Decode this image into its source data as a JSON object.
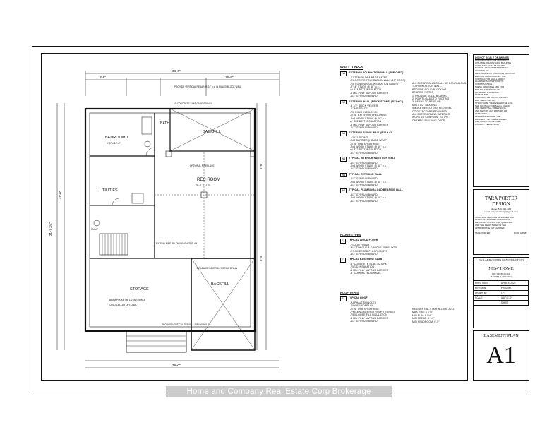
{
  "plan": {
    "dims": [
      "38'-0\"",
      "9'-8\"",
      "18'-9\"",
      "38'-0\"",
      "31'-7 3/4\"",
      "49'-0\"",
      "5'-6\"",
      "8'-4\""
    ],
    "rooms": {
      "bath": "BATH",
      "bedroom": "BEDROOM 1",
      "bedroom_size": "9'-0\" x 12'-0\"",
      "rec_room": "REC ROOM",
      "rec_room_size": "25'-0\" x 17'-0\"",
      "utilities": "UTILITIES",
      "backfill_top": "BACKFILL",
      "backfill_bottom": "BACKFILL",
      "storage": "STORAGE",
      "sump": "SUMP"
    },
    "notes": [
      "PROVIDE VERTICAL REBAR @ 24\" o.c. IN FILLED BLOCK WALL",
      "4\" CONCRETE SLAB ON 6\" GRAVEL",
      "OPTIONAL FIREPLACE",
      "EXTEND PIPE BELOW FINISHED SLAB",
      "DRAINAGE LAYER & FOOTING DRAIN",
      "BEAM POCKET w/ 1/2\" AIR SPACE",
      "COLD CELLAR OPTIONAL",
      "PROVIDE VERTICAL REBAR & 25M DOWELS"
    ]
  },
  "wall_types": {
    "title": "WALL TYPES",
    "items": [
      {
        "tag": "W1",
        "lines": [
          "EXTERIOR FOUNDATION WALL (PRE CAST)",
          "-EXTERIOR DRAINAGE LAYER",
          "-CONCRETE FOUNDATION WALL (10\" CONC)",
          "-R5 CONTINUOUS INSULATION BOARD",
          "-2\"x4\" STUDS @ 16\" o.c.",
          "w/ R14 BATT INSULATION",
          "-6 MIL POLY VAPOUR BARRIER",
          "-1/2\" GYPSUM BOARD"
        ]
      },
      {
        "tag": "W2",
        "lines": [
          "EXTERIOR WALL (BRICK/STONE) (R22 + CI)",
          "-3 1/2\" BRICK VENEER",
          "-1\" AIR SPACE",
          "-R5 RIGID INSULATION",
          "-7/16\" EXTERIOR SHEATHING",
          "-2x6 WOOD STUDS @ 16\" o.c.",
          "w/ R22 BATT INSULATION",
          "-6 MIL POLY VAPOUR BARRIER",
          "-1/2\" GYPSUM BOARD"
        ]
      },
      {
        "tag": "W3",
        "lines": [
          "EXTERIOR SIDING WALL (R22 + CI)",
          "-VINYL SIDING",
          "-AIR BARRIER (HOUSE WRAP)",
          "-7/16\" OSB SHEATHING",
          "-2x6 WOOD STUDS @ 16\" o.c.",
          "w/ R22 BATT INSULATION",
          "-1/2\" GYPSUM BOARD"
        ]
      },
      {
        "tag": "W4",
        "lines": [
          "TYPICAL INTERIOR PARTITION WALL",
          "-1/2\" GYPSUM BOARD",
          "-2x4 WOOD STUDS @ 16\" o.c.",
          "-1/2\" GYPSUM BOARD"
        ]
      },
      {
        "tag": "W5",
        "lines": [
          "TYPICAL EXTERIOR WALL",
          "-1/2\" GYPSUM BOARD",
          "-2x6 WOOD STUDS @ 16\" o.c.",
          "-1/2\" GYPSUM BOARD"
        ]
      },
      {
        "tag": "W6",
        "lines": [
          "TYPICAL PLUMBING/LOAD BEARING WALL",
          "-1/2\" GYPSUM BOARD",
          "-2x6 WOOD STUDS @ 16\" o.c.",
          "-1/2\" GYPSUM BOARD"
        ]
      }
    ]
  },
  "floor_types": {
    "title": "FLOOR TYPES",
    "items": [
      {
        "tag": "F1",
        "lines": [
          "TYPICAL WOOD FLOOR",
          "-FLOOR FINISH",
          "-3/4\" TONGUE & GROOVE SUBFLOOR",
          "-ENGINEERED FLOOR JOISTS",
          "-1/2\" GYPSUM BOARD"
        ]
      },
      {
        "tag": "F2",
        "lines": [
          "TYPICAL BASEMENT SLAB",
          "-4\" CONCRETE SLAB (32 MPa)",
          "-RIGID INSULATION",
          "-6 MIL POLY VAPOUR BARRIER",
          "-6\" COMPACTED GRAVEL"
        ]
      }
    ]
  },
  "roof_types": {
    "title": "ROOF TYPES",
    "items": [
      {
        "tag": "R1",
        "lines": [
          "TYPICAL ROOF",
          "-ASPHALT SHINGLES",
          "-ROOF UNDERLAY",
          "-7/16\" OSB SHEATHING",
          "-PRE-ENGINEERED ROOF TRUSSES",
          "-R50 LOOSE FILL INSULATION",
          "-6 MIL POLY VAPOUR BARRIER",
          "-1/2\" GYPSUM BOARD"
        ]
      }
    ]
  },
  "general_notes": {
    "title": "GENERAL NOTES",
    "lines": [
      "ALL SHEARWALLS SHALL BE CONTINUOUS",
      "TO FOUNDATION WALL. ",
      "PROVIDE SOLID BLOCKING",
      "BEARING NOTES",
      "1. PROVIDE SOLID BEARING",
      "2. POINT LOADS TO FOOTING",
      "3. BEAMS TO BEAR ON",
      "MIN 3 1/2\" BEARING",
      "SMOKE DETECTORS REQUIRED",
      "CO DETECTORS REQUIRED",
      "ALL EXTERIOR AND INTERIOR",
      "WORK TO CONFORM TO THE",
      "ONTARIO BUILDING CODE"
    ],
    "residential_note": [
      "RESIDENTIAL STAIR NOTES: 2012",
      "MAX RISE: 7 7/8\"",
      "MIN RUN: 8 1/4\"",
      "MIN TREAD: 9 1/4\"",
      "MIN HEADROOM: 6'-5\""
    ]
  },
  "sidebar": {
    "general": {
      "title": "DO NOT SCALE DRAWINGS",
      "lines": [
        "ALL CONSTRUCTION TO COMPLY",
        "WITH THE 2012 ONTARIO BUILDING",
        "CODE AND LOCAL MUNICIPAL",
        "BYLAWS. TARA PORTER DESIGN",
        "ACCEPTS NO",
        "RESPONSIBILITY FOR CONSTRUCTION",
        "ERRORS OR OMISSIONS. THE",
        "CONTRACTOR SHALL VERIFY",
        "ALL DIMENSIONS PRIOR TO",
        "CONSTRUCTION.",
        "THESE DRAWINGS ARE FOR",
        "THE SOLE PURPOSE OF",
        "OBTAINING A BUILDING",
        "PERMIT. THE",
        "CONTRACTOR IS RESPONSIBLE",
        "FOR VERIFYING ALL",
        "STRUCTURE, TRADES AND THE LIKE.",
        "THE CONTRACTOR SHALL CHECK",
        "AND VERIFY ALL DIMENSIONS",
        "AND REPORT ANY ERRORS OR",
        "OMISSIONS.",
        "ALL DRAWINGS ARE THE",
        "PROPERTY OF THE DESIGNER",
        "AND MUST NOT BE USED",
        "WITHOUT PERMISSION."
      ]
    },
    "designer": {
      "name1": "TARA PORTER",
      "name2": "DESIGN",
      "contact": [
        "phone: 519-949-1105",
        "email: taraporterdesign@gmail.com"
      ],
      "statement": [
        "I TARA PORTER HAVE REVIEWED AND",
        "TAKEN RESPONSIBILITY FOR THIS",
        "DESIGN ACTIVITIES. I AM QUALIFIED,",
        "AND THE REGISTERED IN THE",
        "APPROPRIATE CATEGORIES."
      ],
      "sig_left": "TARA PORTER",
      "sig_mid": "BCIN: 108687"
    },
    "project": {
      "builder": "BY LARRY STEIN CONSTRUCTION",
      "title": "NEW HOME",
      "address": [
        "LOT 5 REEK ROAD",
        "BAYFIELD, ONTARIO"
      ],
      "rows": [
        {
          "label": "PRINT DATE",
          "value": "APRIL 4, 2025"
        },
        {
          "label": "REVISION",
          "value": "PROJ NO."
        },
        {
          "label": "DRAWN BY",
          "value": "T.P."
        },
        {
          "label": "SCALE",
          "value": "3/16\"=1'-0\""
        },
        {
          "label": "",
          "value": "SHEET"
        }
      ]
    },
    "sheet": {
      "name": "BASEMENT PLAN",
      "number": "A1"
    }
  },
  "watermark": "Home and Company Real Estate Corp Brokerage"
}
